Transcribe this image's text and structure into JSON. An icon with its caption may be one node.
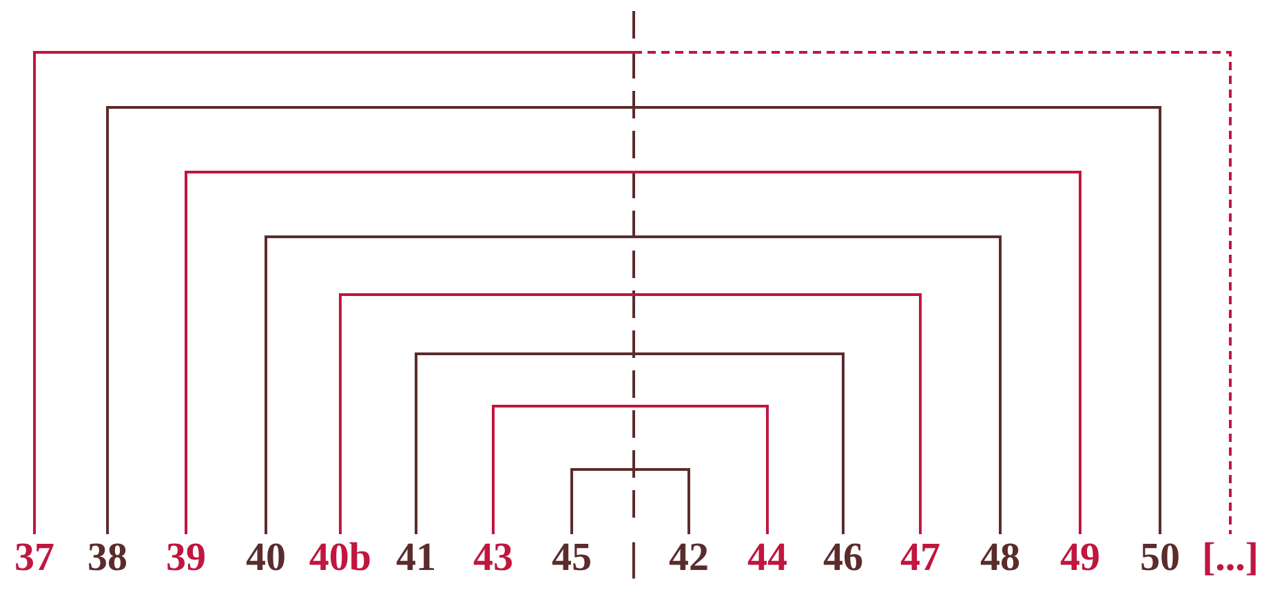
{
  "diagram": {
    "nodes": [
      {
        "text": [
          "37"
        ]
      },
      {
        "text": [
          "38"
        ]
      },
      {
        "text": [
          "39"
        ]
      },
      {
        "text": [
          "40"
        ]
      },
      {
        "text": [
          "40b"
        ]
      },
      {
        "text": [
          "41"
        ]
      },
      {
        "text": [
          "43"
        ]
      },
      {
        "text": [
          "45"
        ]
      },
      {
        "text": [
          "42"
        ]
      },
      {
        "text": [
          "44"
        ]
      },
      {
        "text": [
          "46"
        ]
      },
      {
        "text": [
          "47"
        ]
      },
      {
        "text": [
          "48"
        ]
      },
      {
        "text": [
          "49"
        ]
      },
      {
        "text": [
          "50"
        ]
      },
      {
        "text": [
          "[...]"
        ]
      }
    ],
    "edges": [
      {
        "from": 0,
        "to": 15,
        "arrow": "none",
        "style": "dashed",
        "color": "#c0163f"
      },
      {
        "from": 1,
        "to": 14,
        "arrow": "none",
        "color": "#5b2c2c"
      },
      {
        "from": 2,
        "to": 13,
        "arrow": "none",
        "color": "#c0163f"
      },
      {
        "from": 3,
        "to": 12,
        "arrow": "none",
        "color": "#5b2c2c"
      },
      {
        "from": 4,
        "to": 11,
        "arrow": "none",
        "color": "#c0163f"
      },
      {
        "from": 5,
        "to": 10,
        "arrow": "none",
        "color": "#5b2c2c"
      },
      {
        "from": 6,
        "to": 9,
        "arrow": "none",
        "color": "#c0163f"
      },
      {
        "from": 7,
        "to": 8,
        "arrow": "none",
        "color": "#5b2c2c"
      }
    ],
    "labels": [
      "|"
    ]
  }
}
